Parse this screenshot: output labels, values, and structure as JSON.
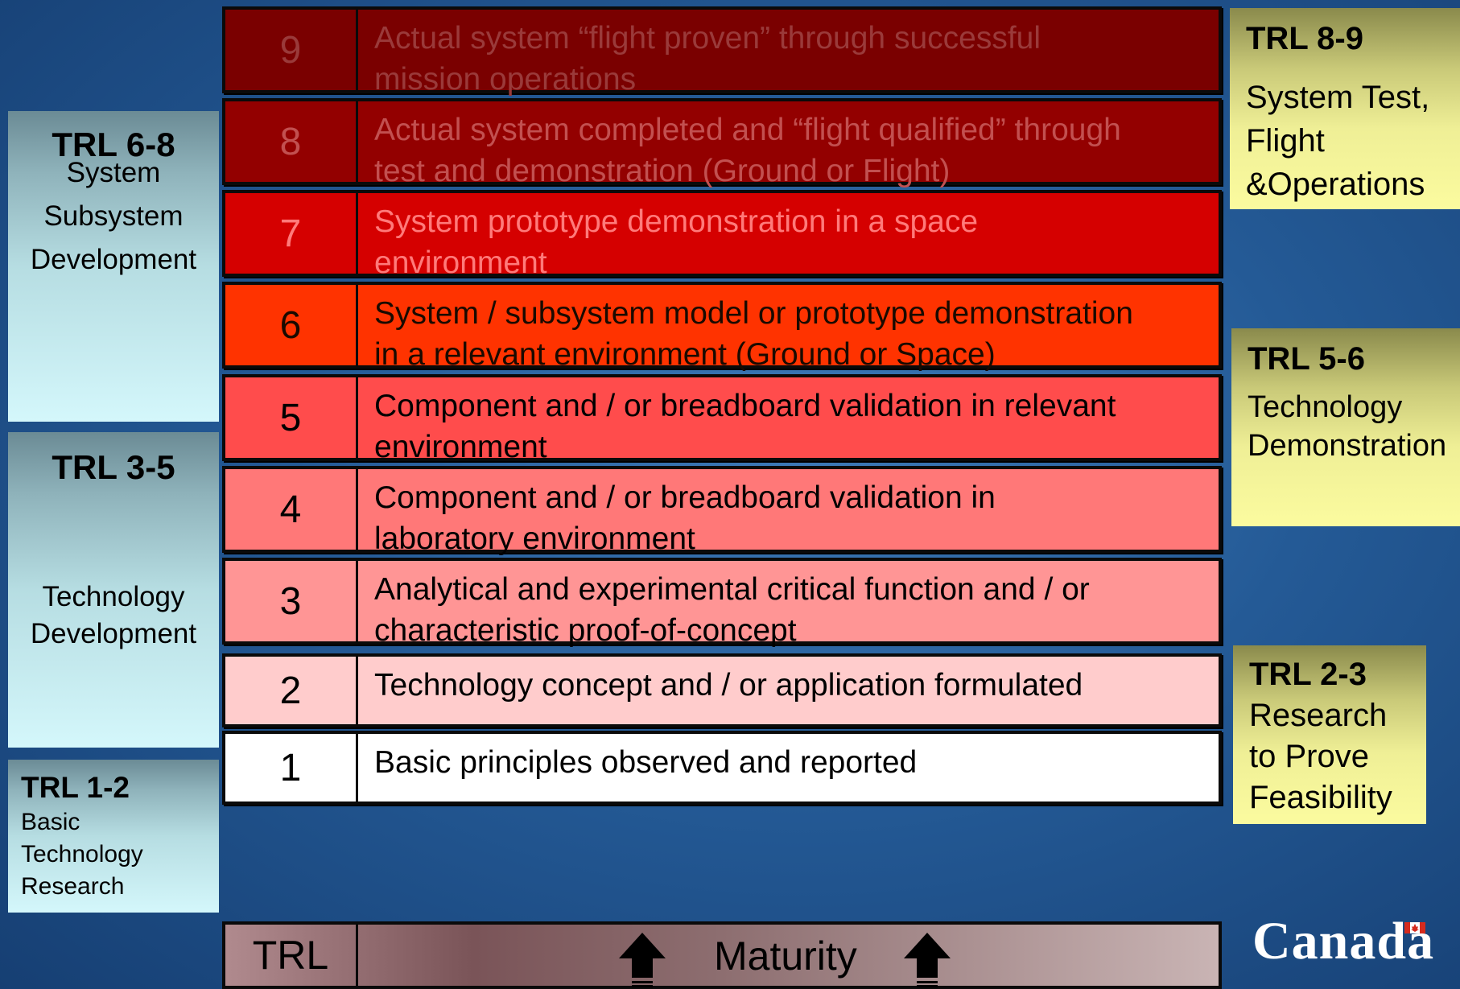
{
  "levels": [
    {
      "num": "9",
      "text": "Actual system “flight proven” through successful\nmission operations",
      "bg": "#7a0000",
      "fg": "#9a3a3a"
    },
    {
      "num": "8",
      "text": "Actual system completed and “flight qualified” through\ntest and demonstration (Ground or Flight)",
      "bg": "#930000",
      "fg": "#c25050"
    },
    {
      "num": "7",
      "text": "System prototype demonstration in a space\nenvironment",
      "bg": "#d50000",
      "fg": "#ff7a7a"
    },
    {
      "num": "6",
      "text": "System / subsystem model or prototype demonstration\nin a relevant environment (Ground or Space)",
      "bg": "#ff3300",
      "fg": "#1a0a00"
    },
    {
      "num": "5",
      "text": "Component and / or breadboard validation in relevant\nenvironment",
      "bg": "#ff4c4c",
      "fg": "#000000"
    },
    {
      "num": "4",
      "text": "Component and / or breadboard validation in\nlaboratory environment",
      "bg": "#ff7878",
      "fg": "#000000"
    },
    {
      "num": "3",
      "text": "Analytical and experimental critical function and / or\ncharacteristic proof-of-concept",
      "bg": "#ff9595",
      "fg": "#000000"
    },
    {
      "num": "2",
      "text": "Technology concept and / or application formulated",
      "bg": "#ffcccc",
      "fg": "#000000"
    },
    {
      "num": "1",
      "text": "Basic principles observed and reported",
      "bg": "#ffffff",
      "fg": "#000000"
    }
  ],
  "left_groups": {
    "g68": {
      "title": "TRL 6-8",
      "sub": "System\nSubsystem\nDevelopment"
    },
    "g35": {
      "title": "TRL 3-5",
      "sub": "Technology\nDevelopment"
    },
    "g12": {
      "title": "TRL 1-2",
      "sub": "Basic\nTechnology\nResearch"
    }
  },
  "right_groups": {
    "g89": {
      "title": "TRL 8-9",
      "sub": "System Test,\nFlight\n&Operations"
    },
    "g56": {
      "title": "TRL 5-6",
      "sub": "Technology\nDemonstration"
    },
    "g23": {
      "title": "TRL 2-3",
      "sub": "Research\nto Prove\nFeasibility"
    }
  },
  "footer": {
    "trl_label": "TRL",
    "maturity_label": "Maturity"
  },
  "logo": {
    "text": "Canada"
  },
  "colors": {
    "page_bg": "#245a96",
    "border": "#0a0a0a"
  }
}
